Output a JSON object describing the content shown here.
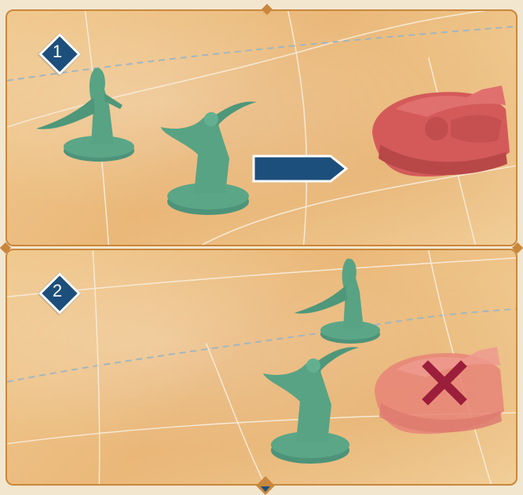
{
  "steps": [
    {
      "number": "1",
      "action": "move"
    },
    {
      "number": "2",
      "action": "destroy"
    }
  ],
  "colors": {
    "frame": "#c9873d",
    "badge": "#1d4f7c",
    "arrow": "#1d4f7c",
    "infantry": "#58a383",
    "vehicle": "#d45a5a",
    "vehicle_destroyed": "#e88478",
    "cross": "#9b1e3a",
    "terrain": "#eab879"
  },
  "icons": {
    "step_marker": "diamond-badge-icon",
    "move": "right-arrow-icon",
    "destroyed": "cross-icon"
  }
}
